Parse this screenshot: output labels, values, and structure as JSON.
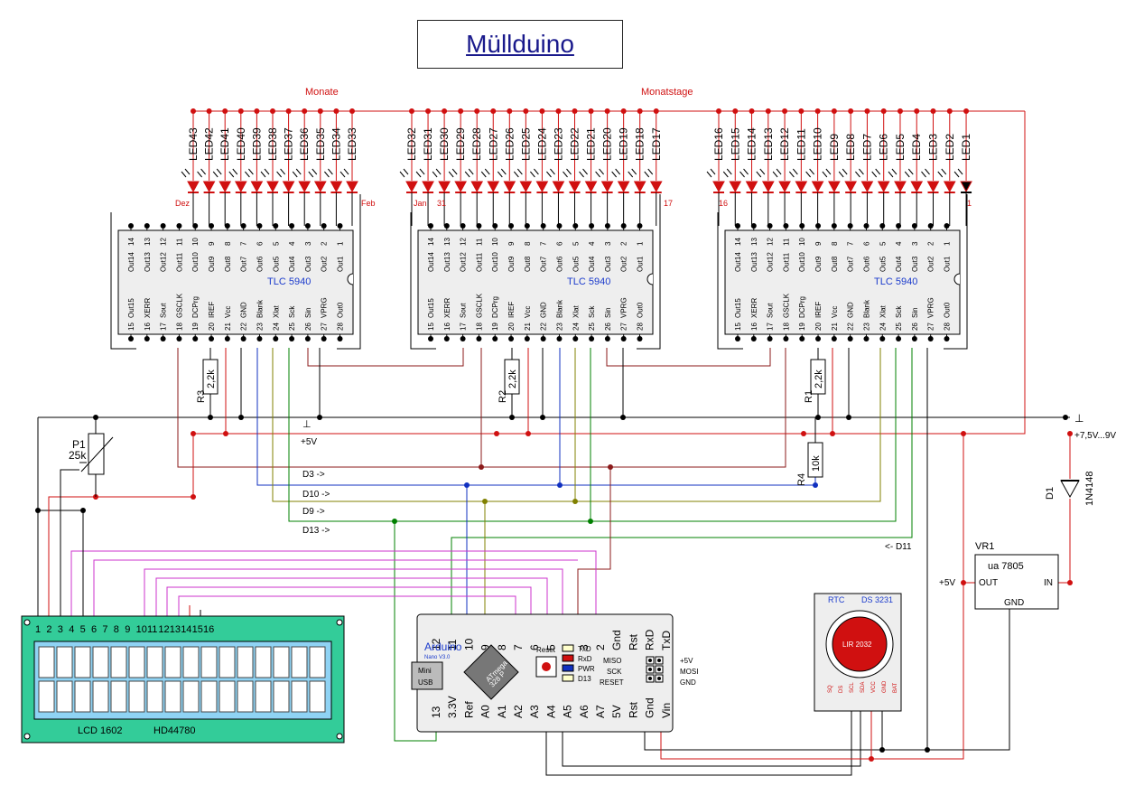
{
  "title": "Müllduino",
  "colors": {
    "wire": "#000000",
    "red": "#d01010",
    "blue": "#1030c0",
    "olive": "#808000",
    "green": "#008000",
    "maroon": "#8b1a1a",
    "magenta": "#cc33cc",
    "chip_fill": "#eeeeee",
    "lcd_board": "#33cc99",
    "lcd_screen": "#8fd3f4",
    "arduino_fill": "#eeeeee",
    "label_blue": "#1a3acc"
  },
  "net_labels": {
    "monate": "Monate",
    "monatstage": "Monatstage",
    "plus5v_left": "+5V",
    "gnd_left": "⊥",
    "d3": "D3 ->",
    "d10": "D10 ->",
    "d9": "D9 ->",
    "d13": "D13 ->",
    "d11": "<- D11",
    "gnd_right": "⊥",
    "vin": "+7,5V...9V",
    "plus5v_vr": "+5V"
  },
  "leds": {
    "group1": [
      "LED43",
      "LED42",
      "LED41",
      "LED40",
      "LED39",
      "LED38",
      "LED37",
      "LED36",
      "LED35",
      "LED34",
      "LED33"
    ],
    "group2": [
      "LED32",
      "LED31",
      "LED30",
      "LED29",
      "LED28",
      "LED27",
      "LED26",
      "LED25",
      "LED24",
      "LED23",
      "LED22",
      "LED21",
      "LED20",
      "LED19",
      "LED18",
      "LED17"
    ],
    "group3": [
      "LED16",
      "LED15",
      "LED14",
      "LED13",
      "LED12",
      "LED11",
      "LED10",
      "LED9",
      "LED8",
      "LED7",
      "LED6",
      "LED5",
      "LED4",
      "LED3",
      "LED2",
      "LED1"
    ],
    "markers": {
      "dez": "Dez",
      "feb": "Feb",
      "jan": "Jan",
      "d31": "31",
      "d17": "17",
      "d16": "16",
      "d1": "1"
    }
  },
  "tlc": {
    "name": "TLC 5940",
    "top_numbers": [
      "14",
      "13",
      "12",
      "11",
      "10",
      "9",
      "8",
      "7",
      "6",
      "5",
      "4",
      "3",
      "2",
      "1"
    ],
    "top_names": [
      "Out14",
      "Out13",
      "Out12",
      "Out11",
      "Out10",
      "Out9",
      "Out8",
      "Out7",
      "Out6",
      "Out5",
      "Out4",
      "Out3",
      "Out2",
      "Out1"
    ],
    "bottom_numbers": [
      "15",
      "16",
      "17",
      "18",
      "19",
      "20",
      "21",
      "22",
      "23",
      "24",
      "25",
      "26",
      "27",
      "28"
    ],
    "bottom_names": [
      "Out15",
      "XERR",
      "Sout",
      "GSCLK",
      "DCPrg",
      "IREF",
      "Vcc",
      "GND",
      "Blank",
      "Xlat",
      "Sck",
      "Sin",
      "VPRG",
      "Out0"
    ]
  },
  "resistors": {
    "r1": {
      "name": "R1",
      "value": "2,2k"
    },
    "r2": {
      "name": "R2",
      "value": "2,2k"
    },
    "r3": {
      "name": "R3",
      "value": "2,2k"
    },
    "r4": {
      "name": "R4",
      "value": "10k"
    }
  },
  "pot": {
    "name": "P1",
    "value": "25k"
  },
  "lcd": {
    "pins": [
      "1",
      "2",
      "3",
      "4",
      "5",
      "6",
      "7",
      "8",
      "9",
      "10",
      "11",
      "12",
      "13",
      "14",
      "15",
      "16"
    ],
    "label1": "LCD 1602",
    "label2": "HD44780"
  },
  "arduino": {
    "top_pins": [
      "12",
      "11",
      "10",
      "9",
      "8",
      "7",
      "6",
      "5",
      "4",
      "3",
      "2",
      "Gnd",
      "Rst",
      "RxD",
      "TxD"
    ],
    "bottom_pins": [
      "13",
      "3.3V",
      "Ref",
      "A0",
      "A1",
      "A2",
      "A3",
      "A4",
      "A5",
      "A6",
      "A7",
      "5V",
      "Rst",
      "Gnd",
      "Vin"
    ],
    "name": "Arduino",
    "sub": "Nano V3.0",
    "usb1": "Mini",
    "usb2": "USB",
    "chip1": "ATmega",
    "chip2": "328 P",
    "reset": "Reset",
    "leds": [
      "TxD",
      "RxD",
      "PWR",
      "D13"
    ],
    "icsp_left": [
      "MISO",
      "SCK",
      "RESET"
    ],
    "icsp_right": [
      "+5V",
      "MOSI",
      "GND"
    ]
  },
  "rtc": {
    "title": "RTC",
    "chip": "DS 3231",
    "battery": "LIR 2032",
    "pins": [
      "SQ",
      "DS",
      "SCL",
      "SDA",
      "VCC",
      "GND",
      "BAT"
    ]
  },
  "regulator": {
    "name": "VR1",
    "part": "ua 7805",
    "out": "OUT",
    "in": "IN",
    "gnd": "GND"
  },
  "diode": {
    "name": "D1",
    "part": "1N4148"
  }
}
